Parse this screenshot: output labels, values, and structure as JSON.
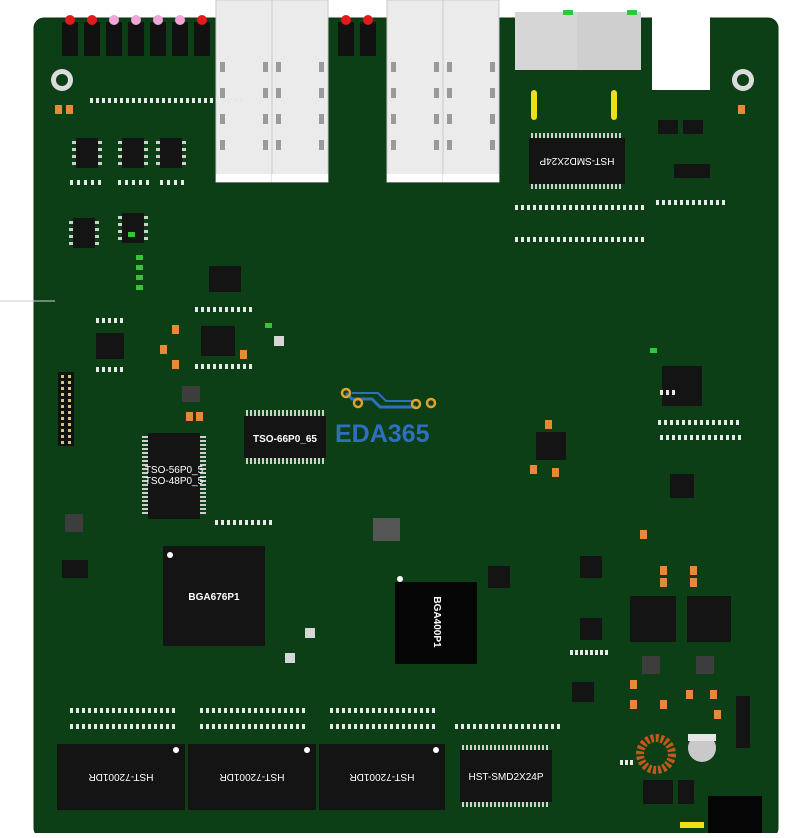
{
  "colors": {
    "board": "#0d3f16",
    "board_edge": "#0a3412",
    "ic_body": "#141414",
    "connector_body": "#d9d9d9",
    "smd_pad": "#e8893a",
    "silk": "#e6e6e6",
    "led_red": "#e21a1a",
    "led_pink": "#f2a6d8",
    "led_green": "#30c83a",
    "logo_blue": "#2f6fc2",
    "logo_gold": "#e0a22a"
  },
  "logo": {
    "text": "EDA365"
  },
  "components": {
    "sfp_cages": {
      "count": 4
    },
    "rj45_ports": {
      "count": 2
    },
    "bga_large": {
      "label": "BGA676P1"
    },
    "bga_small": {
      "label": "BGA400P1"
    },
    "tsop_main": {
      "label": "TSO-66P0_65"
    },
    "tsop_stack": {
      "line1": "TSO-56P0_5",
      "line2": "TSO-48P0_5"
    },
    "smd_top": {
      "label": "HST-SMD2X24P"
    },
    "smd_bottom": {
      "label": "HST-SMD2X24P"
    },
    "transformers": [
      {
        "label": "HST-72001DR"
      },
      {
        "label": "HST-72001DR"
      },
      {
        "label": "HST-72001DR"
      }
    ]
  }
}
